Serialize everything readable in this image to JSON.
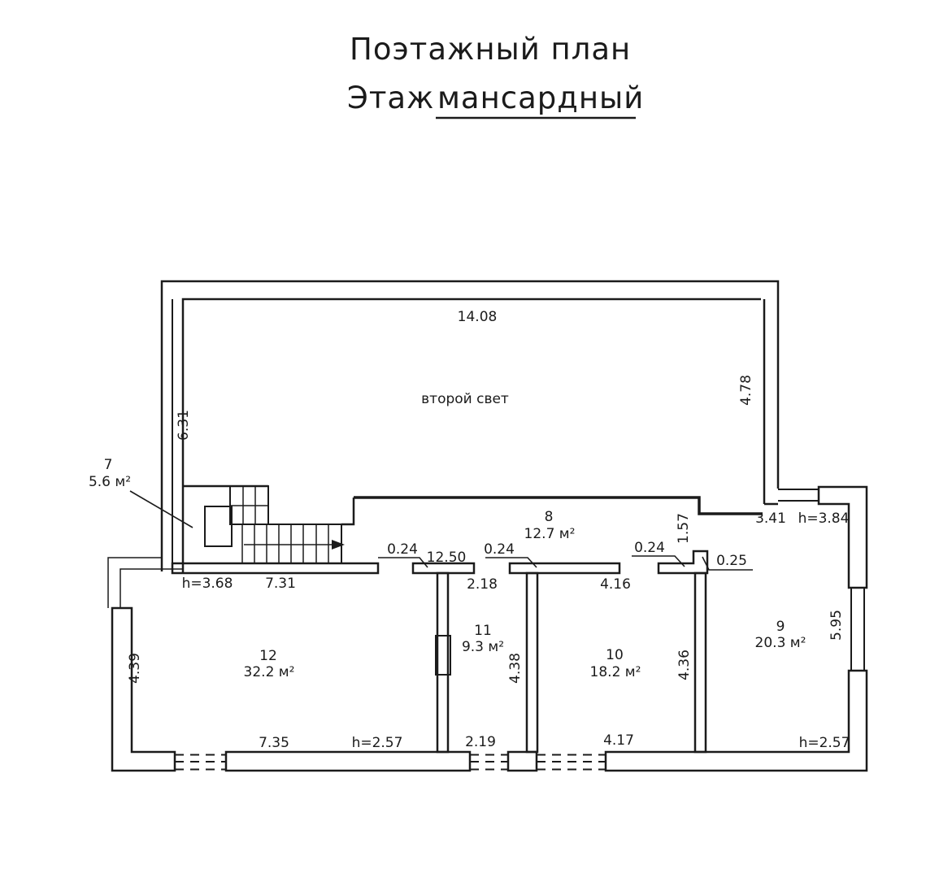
{
  "title": {
    "line1": "Поэтажный план",
    "line2_word1": "Этаж",
    "line2_word2": "мансардный"
  },
  "colors": {
    "ink": "#1b1b1b",
    "paper": "#ffffff"
  },
  "plan": {
    "second_light": "второй свет",
    "rooms": {
      "r7": {
        "num": "7",
        "area": "5.6 м²"
      },
      "r8": {
        "num": "8",
        "area": "12.7 м²"
      },
      "r9": {
        "num": "9",
        "area": "20.3 м²"
      },
      "r10": {
        "num": "10",
        "area": "18.2 м²"
      },
      "r11": {
        "num": "11",
        "area": "9.3 м²"
      },
      "r12": {
        "num": "12",
        "area": "32.2 м²"
      }
    },
    "dims": {
      "top_width": "14.08",
      "left_height": "6.31",
      "right_height": "4.78",
      "passage": "1.57",
      "r9_top_width": "3.41",
      "r9_ceiling": "h=3.84",
      "wall_a": "0.24",
      "corridor_length": "12.50",
      "wall_b": "0.24",
      "wall_c": "0.24",
      "wall_d": "0.25",
      "door_11": "2.18",
      "door_10": "4.16",
      "stair_ceiling": "h=3.68",
      "stair_width": "7.31",
      "r12_left": "4.39",
      "r11_right": "4.38",
      "r10_right": "4.36",
      "r9_right": "5.95",
      "r12_bottom": "7.35",
      "r12_ceiling": "h=2.57",
      "r11_bottom": "2.19",
      "r10_bottom": "4.17",
      "r9_ceiling_low": "h=2.57"
    }
  }
}
